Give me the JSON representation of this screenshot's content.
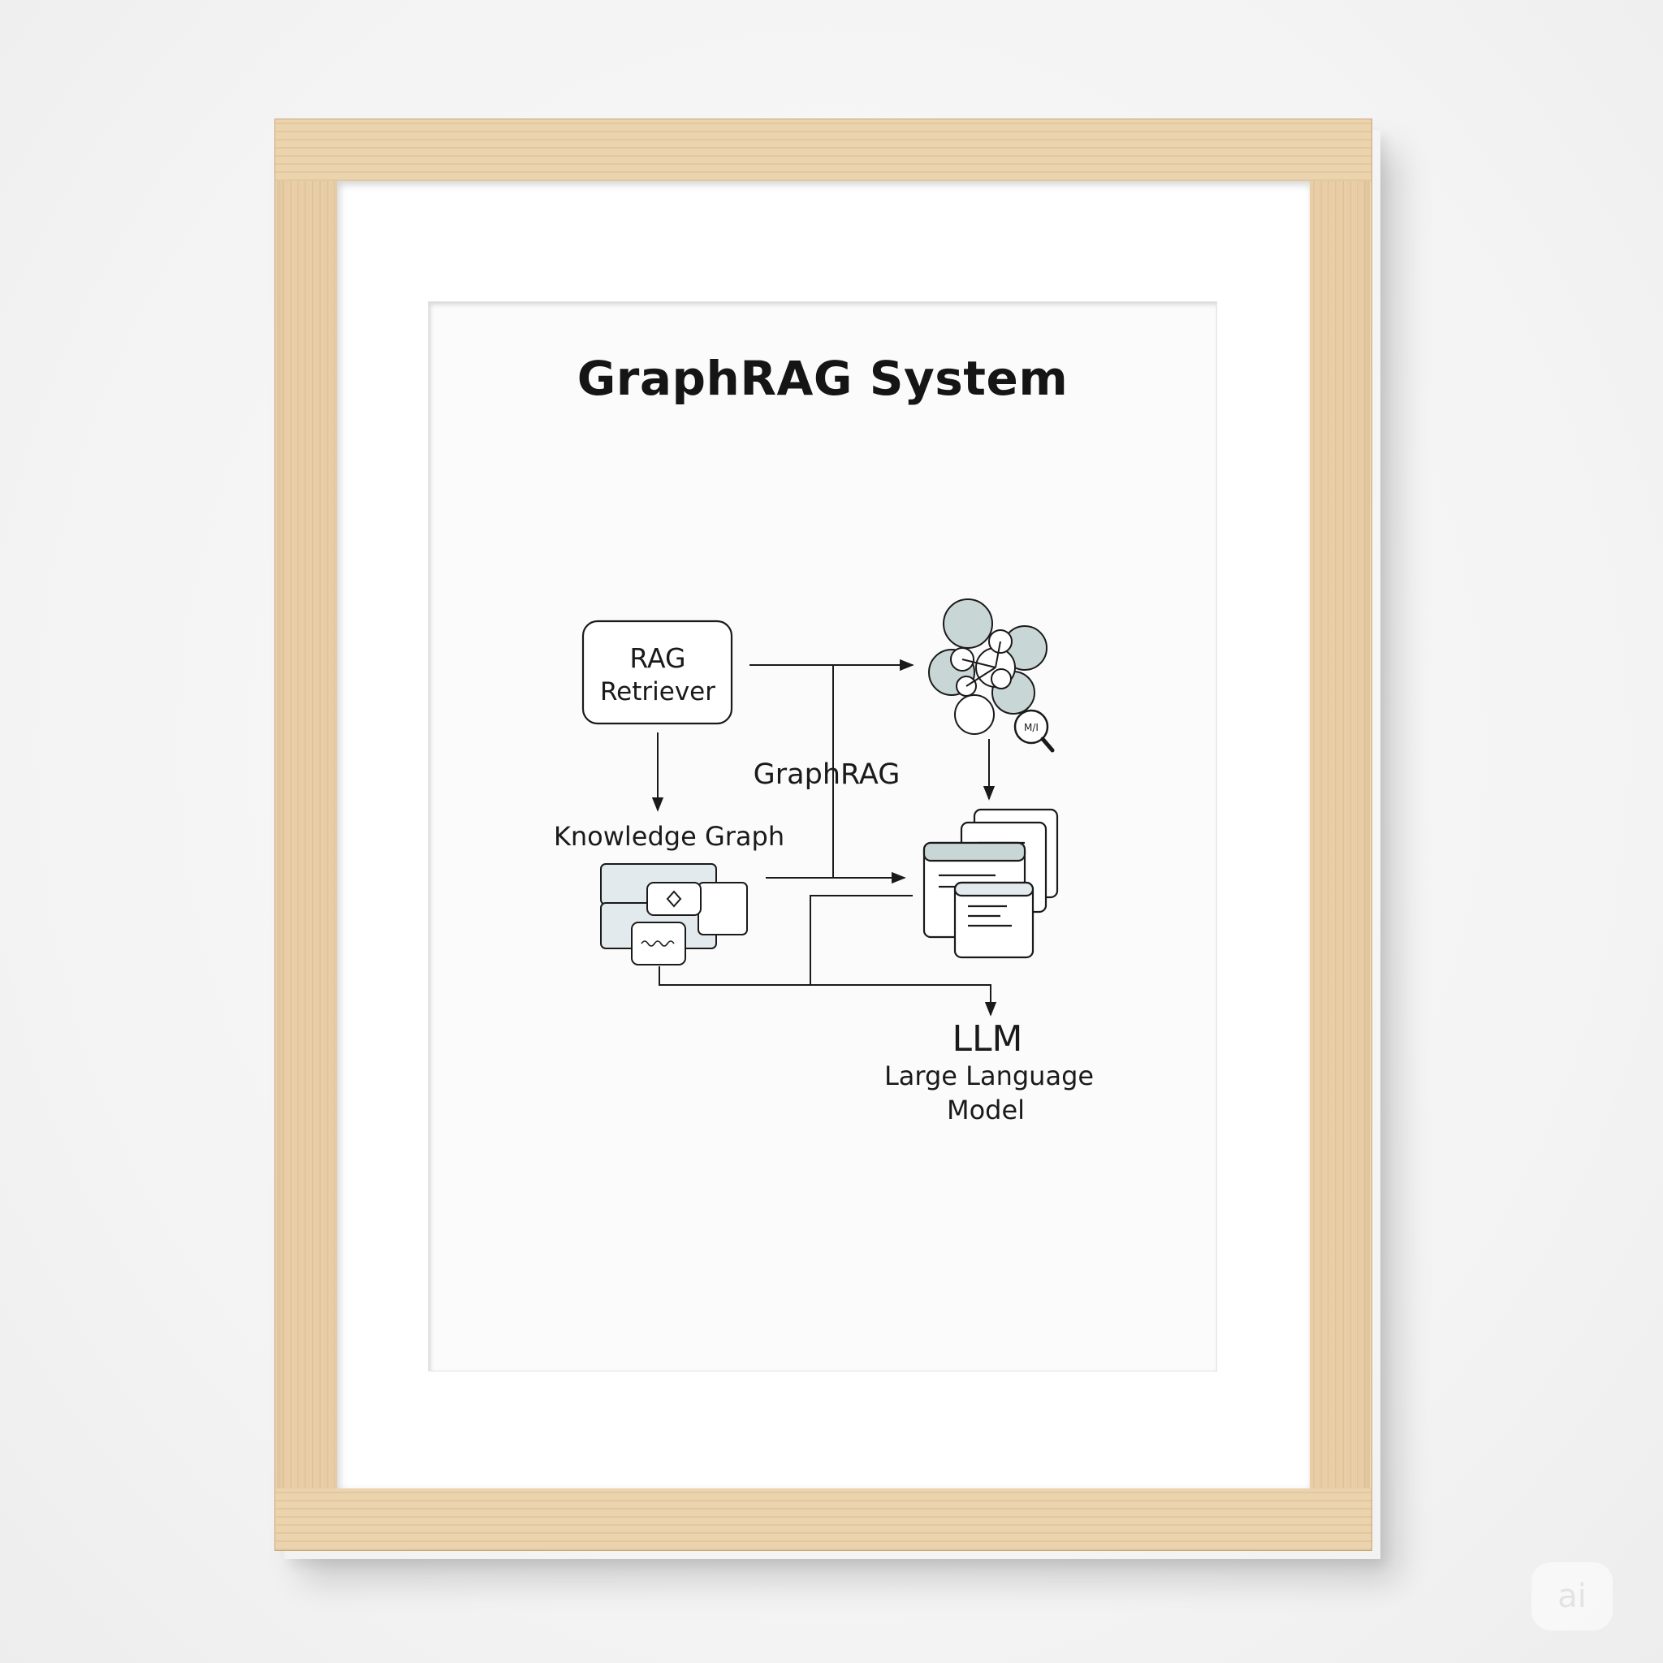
{
  "title": "GraphRAG System",
  "nodes": {
    "rag_retriever": {
      "line1": "RAG",
      "line2": "Retriever"
    },
    "knowledge_graph": {
      "label": "Knowledge Graph"
    },
    "graphrag": {
      "label": "GraphRAG"
    },
    "llm": {
      "label": "LLM",
      "line1": "Large Language",
      "line2": "Model"
    }
  },
  "icon_text": {
    "magnifier": "M/I"
  },
  "watermark": "ai",
  "colors": {
    "line": "#1a1a1a",
    "accent_fill": "#c9d6d6",
    "panel_fill": "#e3eaed"
  }
}
